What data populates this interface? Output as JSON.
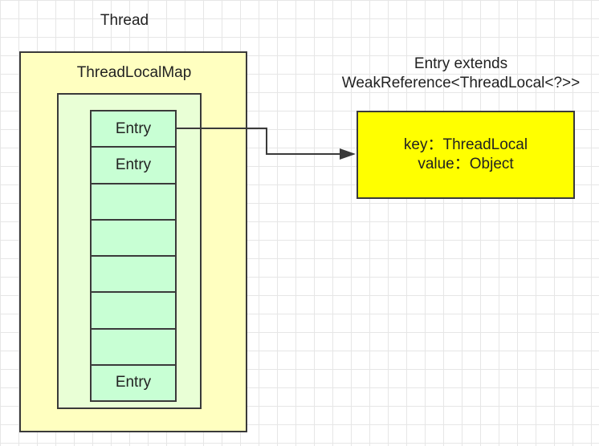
{
  "thread": {
    "title": "Thread",
    "box_color": "#ffffc0"
  },
  "thread_local_map": {
    "title": "ThreadLocalMap",
    "box_color": "#e9ffd6"
  },
  "entries": {
    "slot_color": "#c8ffd4",
    "slots": [
      "Entry",
      "Entry",
      "",
      "",
      "",
      "",
      "",
      "Entry"
    ]
  },
  "entry_detail": {
    "caption_line1": "Entry extends",
    "caption_line2": "WeakReference<ThreadLocal<?>>",
    "key_line": "key：ThreadLocal",
    "value_line": "value：Object",
    "box_color": "#ffff00"
  },
  "colors": {
    "border": "#3a3a3a",
    "grid": "#e6e6e6"
  }
}
